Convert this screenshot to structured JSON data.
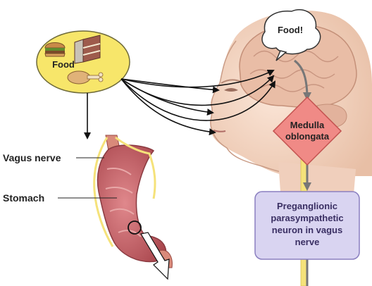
{
  "labels": {
    "food": "Food",
    "food_thought": "Food!",
    "vagus_nerve": "Vagus nerve",
    "stomach": "Stomach",
    "medulla_line1": "Medulla",
    "medulla_line2": "oblongata",
    "neuron_line1": "Preganglionic",
    "neuron_line2": "parasympathetic",
    "neuron_line3": "neuron in vagus",
    "neuron_line4": "nerve"
  },
  "colors": {
    "food_bubble": "#f7e66a",
    "medulla_fill": "#f08a86",
    "neuron_box": "#d9d4f1",
    "nerve_yellow": "#f5e27a",
    "stomach": "#c9656b",
    "skin": "#f3d6c4",
    "brain": "#f0c9b5"
  }
}
